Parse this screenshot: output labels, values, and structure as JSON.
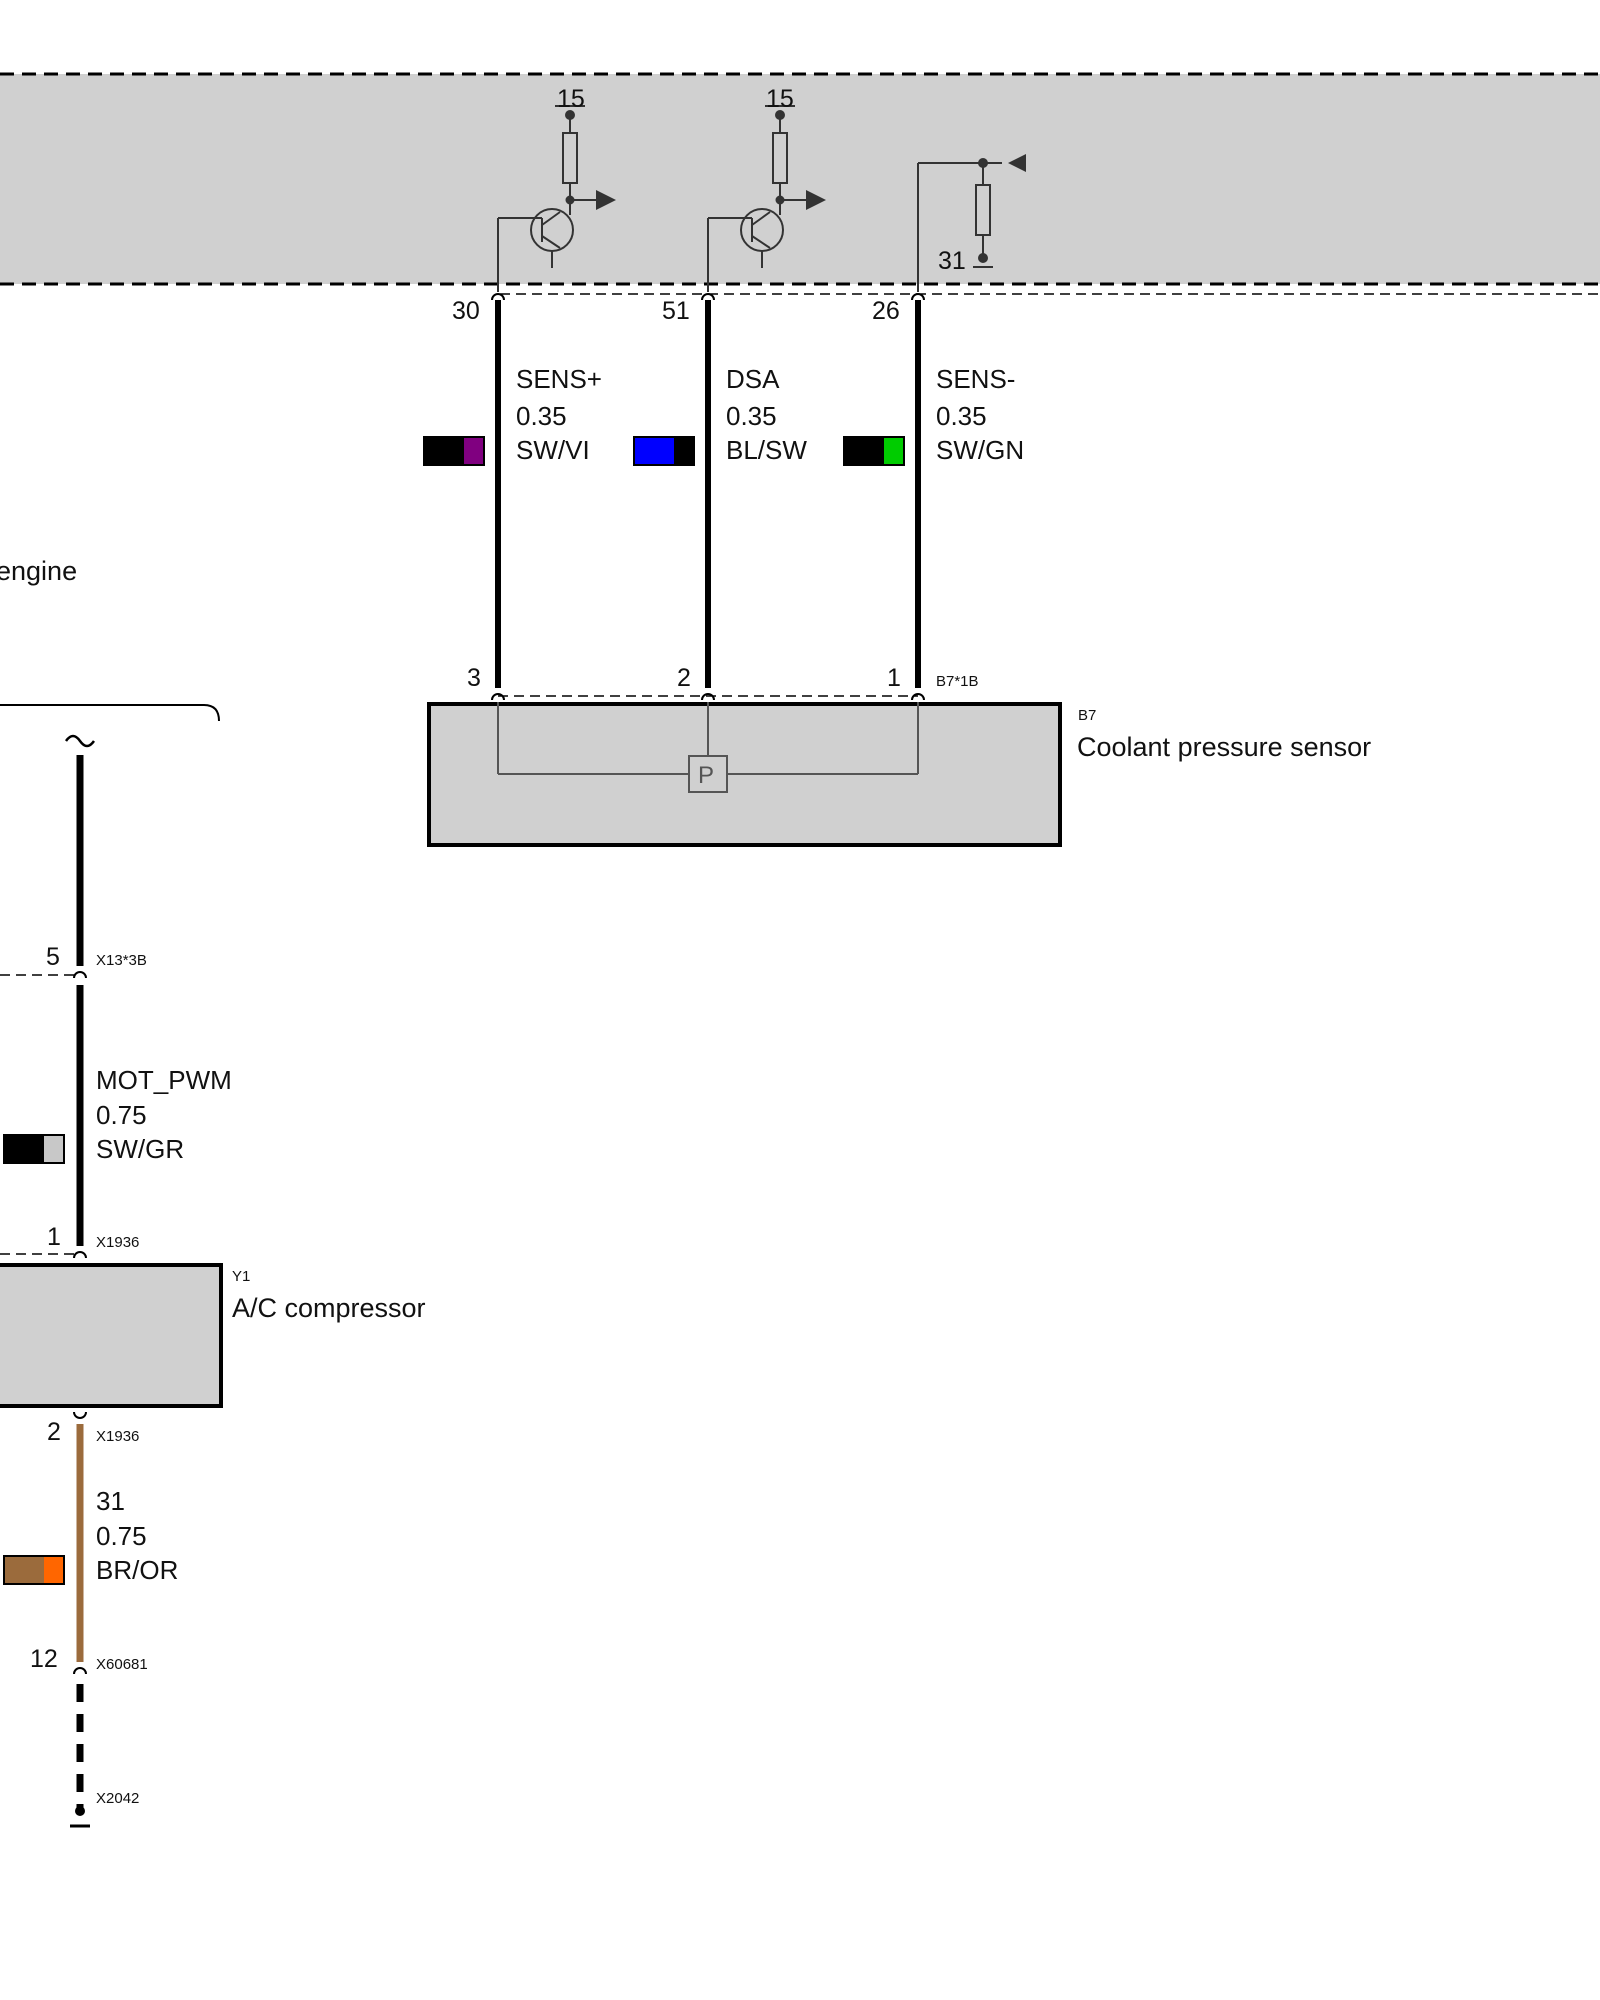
{
  "control_unit": {
    "partial_label": "engine",
    "supply_15_left": "15",
    "supply_15_right": "15",
    "ground_31": "31"
  },
  "wires": [
    {
      "pin_top": "30",
      "signal": "SENS+",
      "size": "0.35",
      "color_code": "SW/VI",
      "swatch": [
        "#000000",
        "#800080"
      ],
      "pin_bottom": "3"
    },
    {
      "pin_top": "51",
      "signal": "DSA",
      "size": "0.35",
      "color_code": "BL/SW",
      "swatch": [
        "#0000ff",
        "#000000"
      ],
      "pin_bottom": "2"
    },
    {
      "pin_top": "26",
      "signal": "SENS-",
      "size": "0.35",
      "color_code": "SW/GN",
      "swatch": [
        "#000000",
        "#00cc00"
      ],
      "pin_bottom": "1"
    }
  ],
  "sensor": {
    "connector": "B7*1B",
    "ref": "B7",
    "name": "Coolant pressure sensor",
    "symbol": "P"
  },
  "compressor_circuit": {
    "upper_connector_pin": "5",
    "upper_connector": "X13*3B",
    "signal": "MOT_PWM",
    "size": "0.75",
    "color_code": "SW/GR",
    "swatch": [
      "#000000",
      "#c8c8c8"
    ],
    "comp_pin_top": "1",
    "comp_connector_top": "X1936",
    "comp_ref": "Y1",
    "comp_name": "A/C compressor",
    "comp_pin_bottom": "2",
    "comp_connector_bottom": "X1936",
    "ground_signal": "31",
    "ground_size": "0.75",
    "ground_color_code": "BR/OR",
    "ground_swatch": [
      "#9b6b3c",
      "#ff6600"
    ],
    "lower_pin": "12",
    "lower_connector": "X60681",
    "end_connector": "X2042"
  },
  "colors": {
    "housing_fill": "#d0d0d0",
    "wire": "#000000",
    "brown_wire": "#9b6b3c"
  }
}
